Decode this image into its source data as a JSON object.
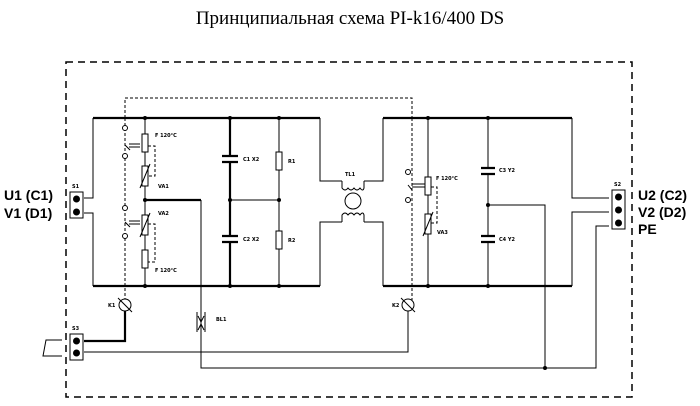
{
  "title": "Принципиальная схема PI-k16/400 DS",
  "terminals": {
    "left_top": "U1 (C1)",
    "left_bottom": "V1 (D1)",
    "right_top": "U2 (C2)",
    "right_mid": "V2 (D2)",
    "right_bottom": "PE"
  },
  "connectors": {
    "x1": "S1",
    "x2": "S2",
    "x3": "S3"
  },
  "components": {
    "fuse_top": "F 120°C",
    "varistor_1": "VA1",
    "varistor_2": "VA2",
    "fuse_bottom": "F 120°C",
    "cap_1": "C1 X2",
    "cap_2": "C2 X2",
    "res_1": "R1",
    "res_2": "R2",
    "choke": "TL1",
    "fuse_right": "F 120°C",
    "varistor_3": "VA3",
    "cap_3": "C3 Y2",
    "cap_4": "C4 Y2",
    "switch_1": "K1",
    "switch_2": "K2",
    "arrester": "BL1"
  }
}
